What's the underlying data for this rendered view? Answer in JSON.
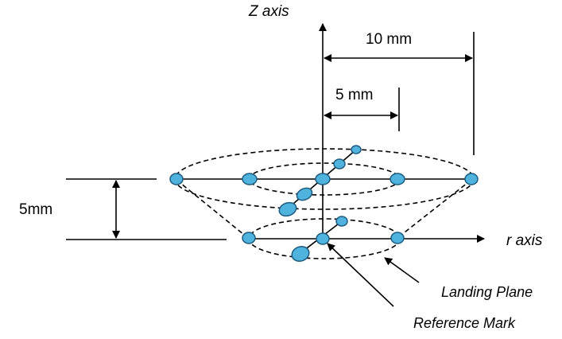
{
  "labels": {
    "z_axis": "Z axis",
    "r_axis": "r axis",
    "ten_mm": "10 mm",
    "five_mm": "5 mm",
    "height": "5mm",
    "landing_plane": "Landing Plane",
    "reference_mark": "Reference Mark"
  },
  "colors": {
    "dot_fill": "#4fb3de",
    "dot_stroke": "#1e5c80",
    "line": "#000000"
  }
}
